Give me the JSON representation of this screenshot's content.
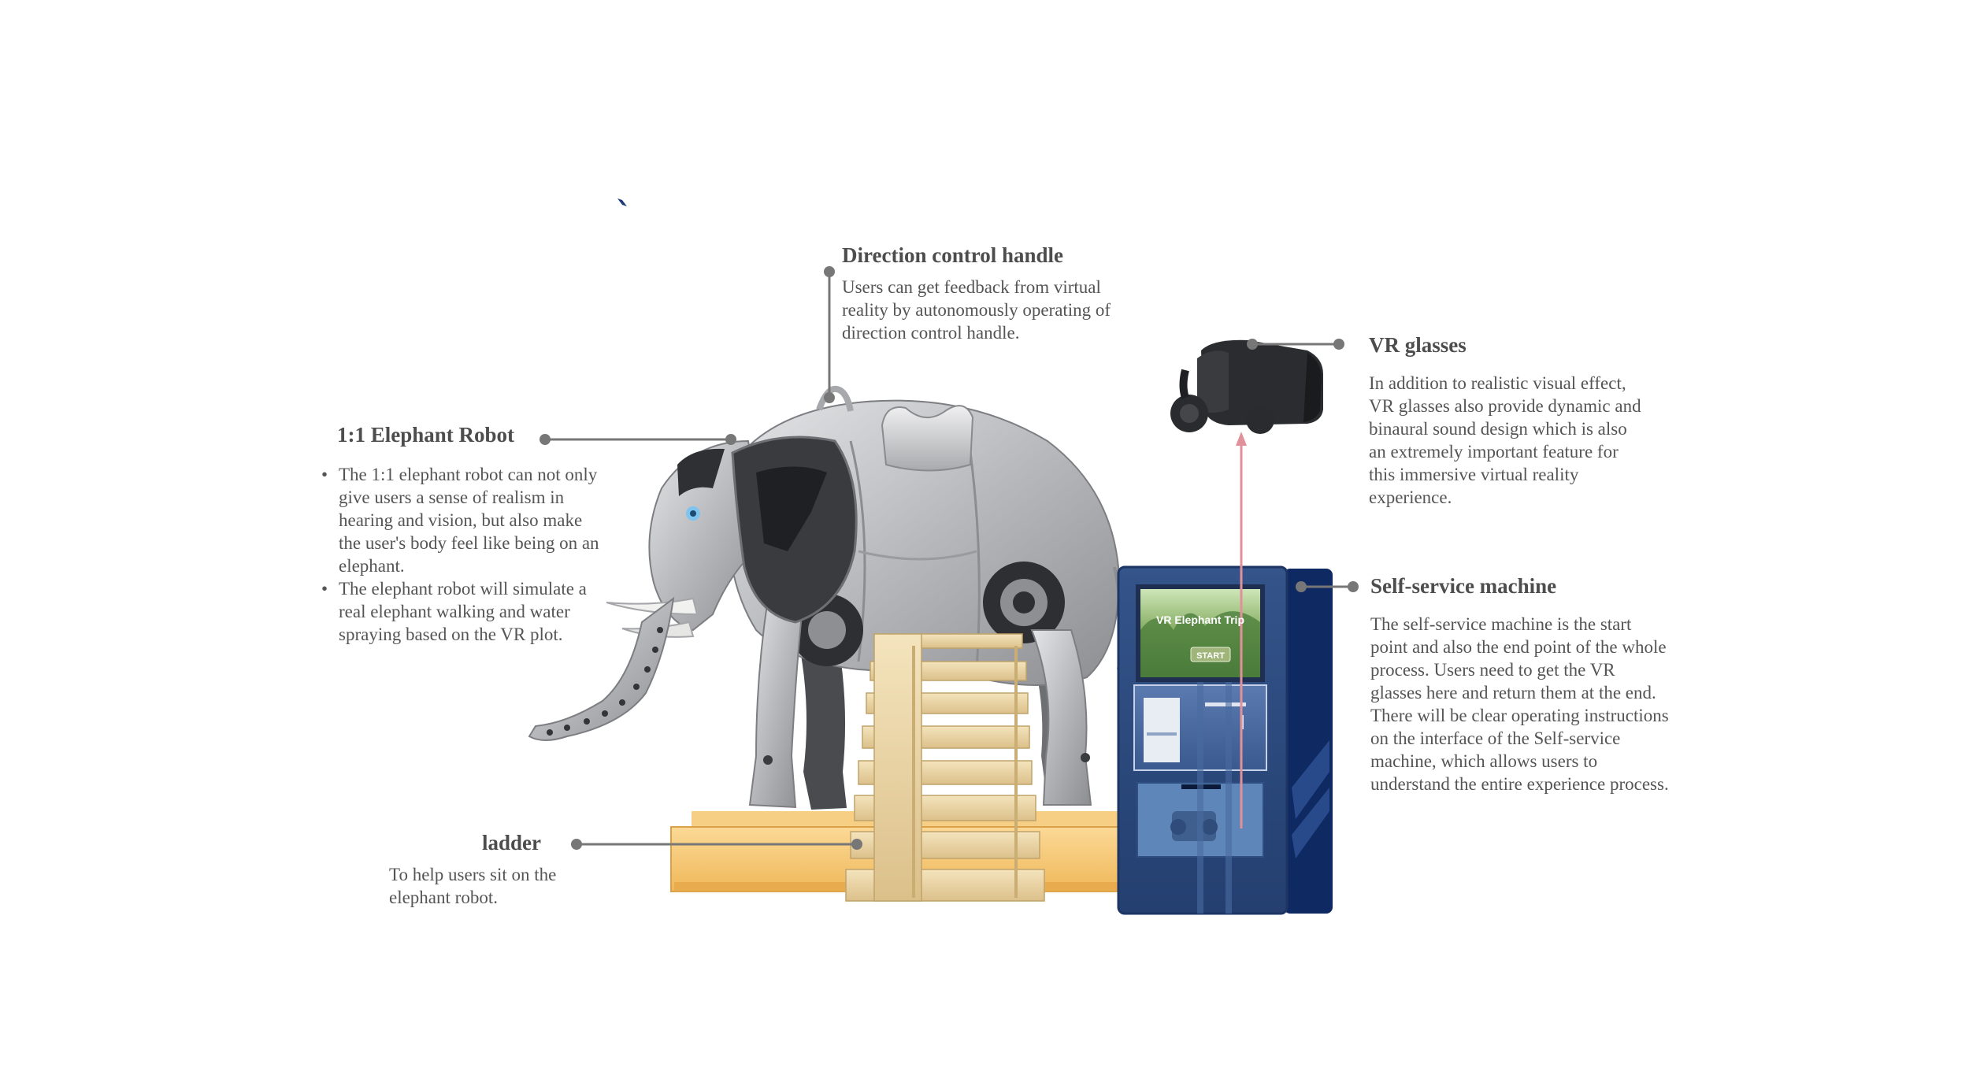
{
  "handle": {
    "title": "Direction control handle",
    "desc": "Users can get feedback from virtual reality by autonomously operating of direction control handle."
  },
  "robot": {
    "title": "1:1 Elephant Robot",
    "bullets": [
      "The 1:1 elephant robot can not only give users a sense of realism in hearing and vision, but also make the user's body feel like being on an elephant.",
      "The elephant robot will simulate a real elephant walking and water spraying based on the VR plot."
    ]
  },
  "ladder": {
    "title": "ladder",
    "desc": "To help users sit on the elephant robot."
  },
  "vr": {
    "title": "VR glasses",
    "desc": "In addition to realistic visual effect, VR glasses also provide dynamic and binaural sound design which is also an extremely important feature for this immersive virtual reality experience."
  },
  "machine": {
    "title": "Self-service machine",
    "desc": "The self-service machine is the start point and also the end point of the whole process. Users need to get the VR glasses here and return them at the end. There will be clear operating instructions on the interface of the Self-service machine, which allows users to understand the entire experience process.",
    "screen_title": "VR Elephant Trip",
    "screen_button": "START"
  },
  "colors": {
    "leader": "#777777",
    "machine_blue": "#2c4a7c",
    "machine_dark": "#0f2a63",
    "base_gold": "#f3c06a",
    "ladder_tan": "#ecd7a8",
    "robot_silver": "#b9babc",
    "arrow_pink": "#e0919a"
  }
}
